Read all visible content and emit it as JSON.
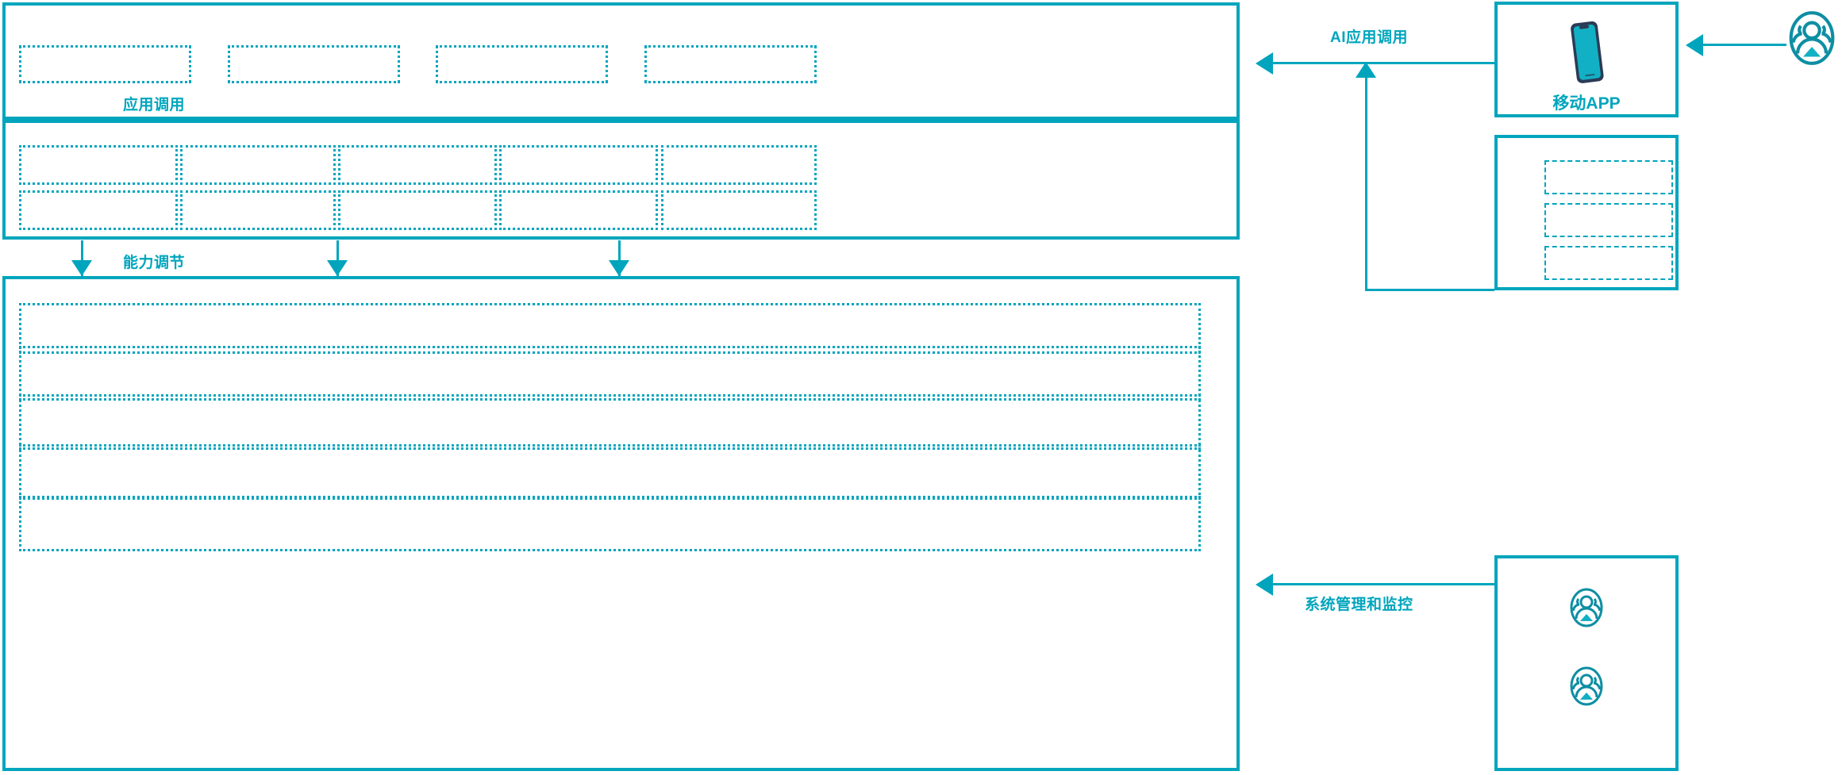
{
  "diagram": {
    "palette": {
      "accent": "#00a5bd",
      "phone_frame": "#2b3b55",
      "phone_screen": "#12b0c4",
      "background": "#ffffff"
    },
    "layers": [
      {
        "id": "application-layer",
        "slot_count": 4,
        "slots": [
          "",
          "",
          "",
          ""
        ]
      },
      {
        "id": "capability-layer",
        "slot_count": 10,
        "columns": 5,
        "rows": 2,
        "slots": [
          "",
          "",
          "",
          "",
          "",
          "",
          "",
          "",
          "",
          ""
        ]
      },
      {
        "id": "platform-layer",
        "slot_count": 5,
        "slots": [
          "",
          "",
          "",
          "",
          ""
        ]
      }
    ],
    "connectors": [
      {
        "id": "app-invoke",
        "label": "应用调用",
        "direction": "down"
      },
      {
        "id": "capability-adjust",
        "label": "能力调节",
        "direction": "down"
      },
      {
        "id": "ai-app-invoke",
        "label": "AI应用调用",
        "direction": "left"
      },
      {
        "id": "system-admin",
        "label": "系统管理和监控",
        "direction": "left"
      }
    ],
    "right_nodes": [
      {
        "id": "mobile-app",
        "caption": "移动APP",
        "icon": "smartphone-icon",
        "inner_slots": 0
      },
      {
        "id": "channel-node",
        "caption": "",
        "icon": "",
        "inner_slots": 3,
        "slots": [
          "",
          "",
          ""
        ]
      },
      {
        "id": "operations-node",
        "caption": "",
        "icon": "users-icon",
        "icon_count": 2,
        "inner_slots": 0
      }
    ],
    "actors": [
      {
        "id": "external-user",
        "icon": "users-icon",
        "label": ""
      }
    ]
  }
}
